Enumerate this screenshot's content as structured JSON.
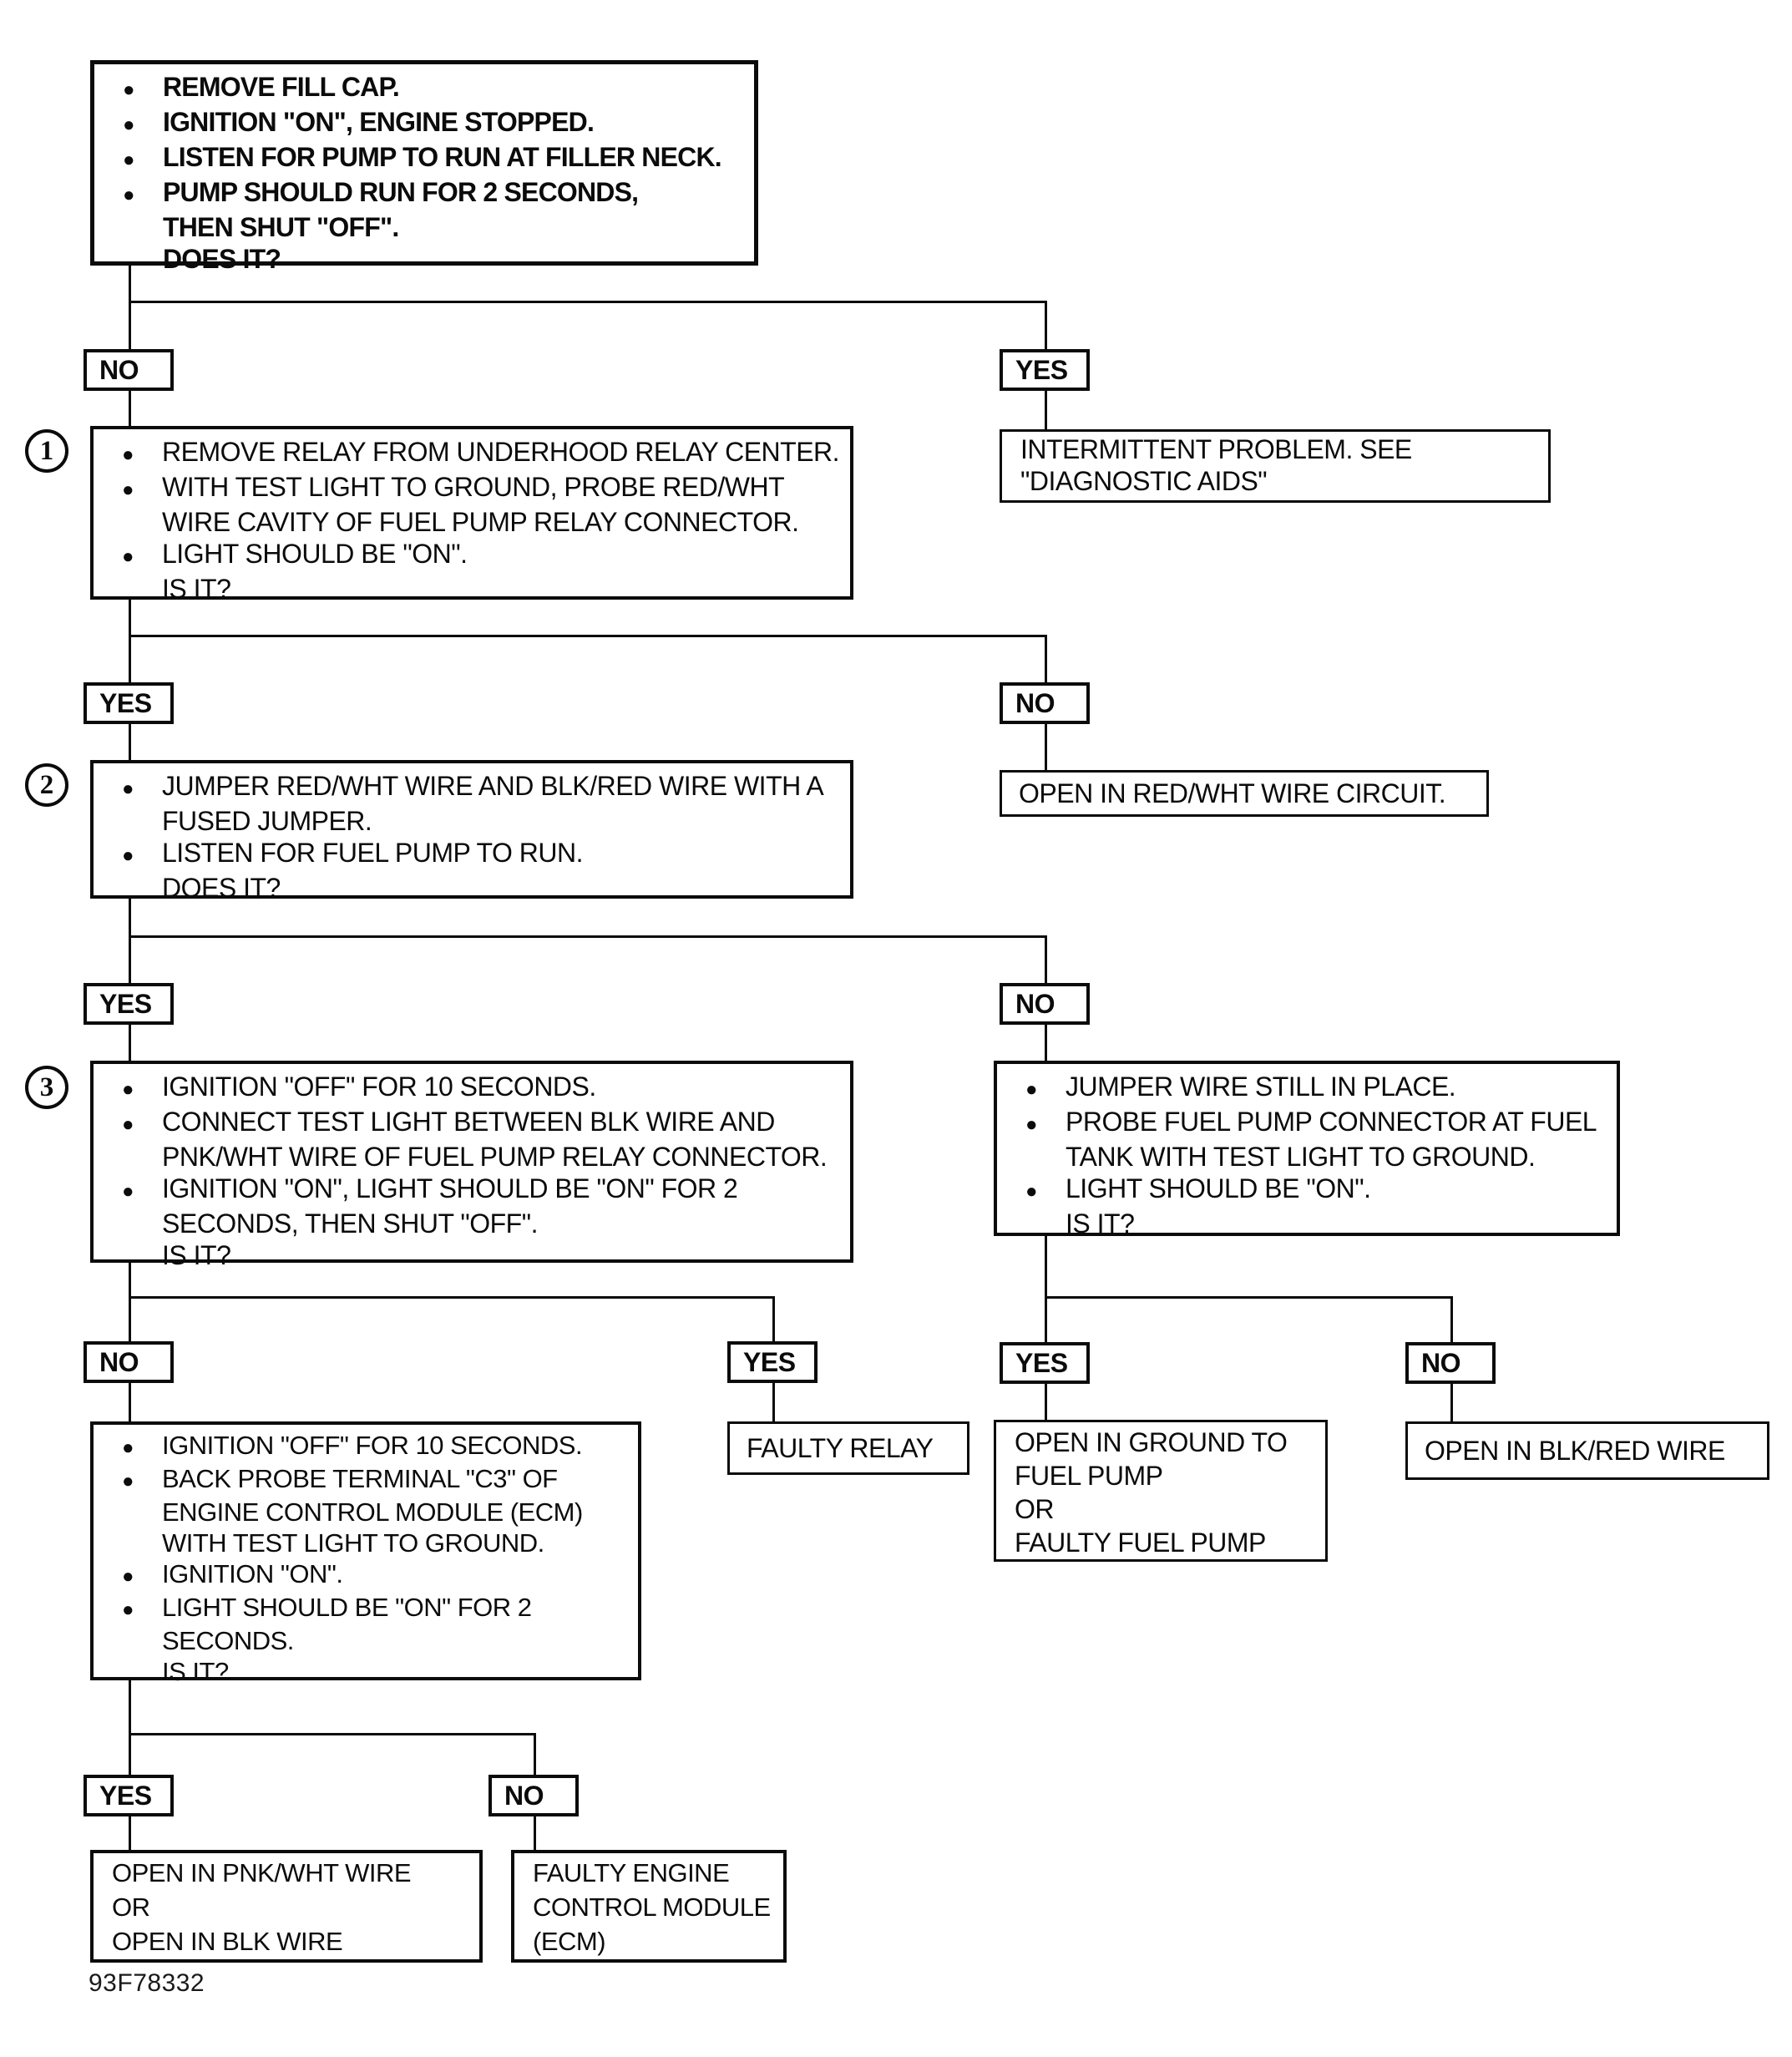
{
  "branch_labels": {
    "no1": "NO",
    "yes1": "YES",
    "yes2": "YES",
    "no2": "NO",
    "yes3": "YES",
    "no3": "NO",
    "no4_left": "NO",
    "yes4_left": "YES",
    "yes4_right": "YES",
    "no4_right": "NO",
    "yes5": "YES",
    "no5": "NO"
  },
  "step_numbers": {
    "s1": "1",
    "s2": "2",
    "s3": "3"
  },
  "boxes": {
    "start": {
      "lines": [
        {
          "b": true,
          "t": "REMOVE FILL CAP."
        },
        {
          "b": true,
          "t": "IGNITION \"ON\", ENGINE STOPPED."
        },
        {
          "b": true,
          "t": "LISTEN FOR PUMP TO RUN AT FILLER NECK."
        },
        {
          "b": true,
          "t": "PUMP SHOULD RUN FOR 2 SECONDS,"
        },
        {
          "b": false,
          "t": "THEN SHUT \"OFF\"."
        },
        {
          "b": false,
          "t": "DOES IT?"
        }
      ]
    },
    "step1": {
      "lines": [
        {
          "b": true,
          "t": "REMOVE RELAY FROM UNDERHOOD RELAY CENTER."
        },
        {
          "b": true,
          "t": "WITH TEST LIGHT TO GROUND, PROBE RED/WHT"
        },
        {
          "b": false,
          "t": "WIRE CAVITY OF FUEL PUMP RELAY CONNECTOR."
        },
        {
          "b": true,
          "t": "LIGHT SHOULD BE \"ON\"."
        },
        {
          "b": false,
          "t": "IS IT?"
        }
      ]
    },
    "intermittent": {
      "lines": [
        "INTERMITTENT PROBLEM.  SEE",
        "\"DIAGNOSTIC AIDS\""
      ]
    },
    "step2": {
      "lines": [
        {
          "b": true,
          "t": "JUMPER RED/WHT WIRE AND BLK/RED WIRE WITH A"
        },
        {
          "b": false,
          "t": "FUSED JUMPER."
        },
        {
          "b": true,
          "t": "LISTEN FOR FUEL PUMP TO RUN."
        },
        {
          "b": false,
          "t": "DOES IT?"
        }
      ]
    },
    "open_red_wht": {
      "text": "OPEN IN RED/WHT WIRE CIRCUIT."
    },
    "step3": {
      "lines": [
        {
          "b": true,
          "t": "IGNITION \"OFF\" FOR 10 SECONDS."
        },
        {
          "b": true,
          "t": "CONNECT TEST LIGHT BETWEEN BLK WIRE AND"
        },
        {
          "b": false,
          "t": "PNK/WHT WIRE OF FUEL PUMP RELAY CONNECTOR."
        },
        {
          "b": true,
          "t": "IGNITION \"ON\", LIGHT SHOULD BE \"ON\" FOR 2"
        },
        {
          "b": false,
          "t": "SECONDS, THEN SHUT \"OFF\"."
        },
        {
          "b": false,
          "t": "IS IT?"
        }
      ]
    },
    "jumper_still": {
      "lines": [
        {
          "b": true,
          "t": "JUMPER WIRE STILL IN PLACE."
        },
        {
          "b": true,
          "t": "PROBE FUEL PUMP CONNECTOR AT FUEL"
        },
        {
          "b": false,
          "t": "TANK WITH TEST LIGHT TO GROUND."
        },
        {
          "b": true,
          "t": "LIGHT SHOULD BE \"ON\"."
        },
        {
          "b": false,
          "t": "IS IT?"
        }
      ]
    },
    "step4": {
      "lines": [
        {
          "b": true,
          "t": "IGNITION \"OFF\" FOR 10 SECONDS."
        },
        {
          "b": true,
          "t": "BACK PROBE TERMINAL \"C3\" OF"
        },
        {
          "b": false,
          "t": "ENGINE CONTROL MODULE (ECM)"
        },
        {
          "b": false,
          "t": "WITH TEST LIGHT TO GROUND."
        },
        {
          "b": true,
          "t": "IGNITION \"ON\"."
        },
        {
          "b": true,
          "t": "LIGHT SHOULD BE \"ON\" FOR 2"
        },
        {
          "b": false,
          "t": "SECONDS."
        },
        {
          "b": false,
          "t": "IS IT?"
        }
      ]
    },
    "faulty_relay": {
      "text": "FAULTY RELAY"
    },
    "open_ground": {
      "lines": [
        "OPEN IN GROUND TO",
        "FUEL PUMP",
        "OR",
        "FAULTY FUEL PUMP"
      ]
    },
    "open_blk_red": {
      "text": "OPEN IN BLK/RED WIRE"
    },
    "open_pnk_wht": {
      "lines": [
        "OPEN IN PNK/WHT WIRE",
        "OR",
        "OPEN IN BLK WIRE"
      ]
    },
    "faulty_ecm": {
      "lines": [
        "FAULTY ENGINE",
        "CONTROL MODULE",
        "(ECM)"
      ]
    }
  },
  "footer_code": "93F78332"
}
